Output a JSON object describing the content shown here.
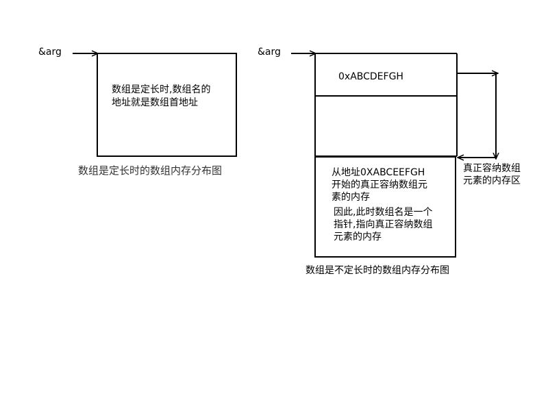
{
  "left": {
    "pointer_label": "&arg",
    "box_text_line1": "数组是定长时,数组名的",
    "box_text_line2": "地址就是数组首地址",
    "caption": "数组是定长时的数组内存分布图"
  },
  "right": {
    "pointer_label": "&arg",
    "pointer_value": "0xABCDEFGH",
    "memory_text_line1": "从地址0XABCEEFGH",
    "memory_text_line2": "开始的真正容纳数组元",
    "memory_text_line3": "素的内存",
    "memory_text_line4": "因此,此时数组名是一个",
    "memory_text_line5": "指针,指向真正容纳数组",
    "memory_text_line6": "元素的内存",
    "side_label_line1": "真正容纳数组",
    "side_label_line2": "元素的内存区",
    "caption": "数组是不定长时的数组内存分布图"
  }
}
